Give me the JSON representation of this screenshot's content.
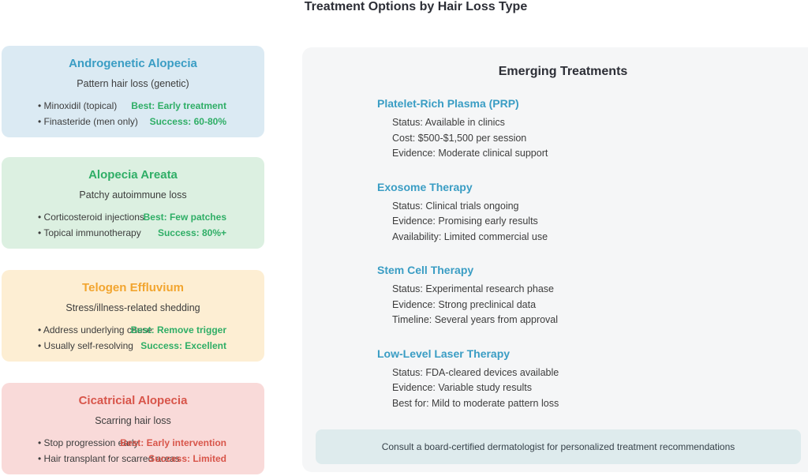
{
  "page": {
    "title": "Treatment Options by Hair Loss Type"
  },
  "colors": {
    "heading_text": "#2c2e36",
    "body_text": "#3d3d3d",
    "panel_bg": "#f5f6f7",
    "section_title_blue": "#3a9dc4",
    "footer_bg": "#deebed",
    "green_accent": "#2fae66",
    "red_accent": "#d8554a",
    "orange_accent": "#f2a52f"
  },
  "hair_loss_cards": [
    {
      "title": "Androgenetic Alopecia",
      "subtitle": "Pattern hair loss (genetic)",
      "bg_color": "#dbeaf3",
      "accent_color": "#3a9dc4",
      "value_color": "#2fae66",
      "rows": [
        {
          "label": "Minoxidil (topical)",
          "value": "Best: Early treatment"
        },
        {
          "label": "Finasteride (men only)",
          "value": "Success: 60-80%"
        }
      ]
    },
    {
      "title": "Alopecia Areata",
      "subtitle": "Patchy autoimmune loss",
      "bg_color": "#dcf0e1",
      "accent_color": "#2fae66",
      "value_color": "#2fae66",
      "rows": [
        {
          "label": "Corticosteroid injections",
          "value": "Best: Few patches"
        },
        {
          "label": "Topical immunotherapy",
          "value": "Success: 80%+"
        }
      ]
    },
    {
      "title": "Telogen Effluvium",
      "subtitle": "Stress/illness-related shedding",
      "bg_color": "#fdeed3",
      "accent_color": "#f2a52f",
      "value_color": "#2fae66",
      "rows": [
        {
          "label": "Address underlying cause",
          "value": "Best: Remove trigger"
        },
        {
          "label": "Usually self-resolving",
          "value": "Success: Excellent"
        }
      ]
    },
    {
      "title": "Cicatricial Alopecia",
      "subtitle": "Scarring hair loss",
      "bg_color": "#f9dad9",
      "accent_color": "#d8554a",
      "value_color": "#d8554a",
      "rows": [
        {
          "label": "Stop progression early",
          "value": "Best: Early intervention"
        },
        {
          "label": "Hair transplant for scarred areas",
          "value": "Success: Limited"
        }
      ]
    }
  ],
  "emerging": {
    "heading": "Emerging Treatments",
    "sections": [
      {
        "title": "Platelet-Rich Plasma (PRP)",
        "lines": [
          "Status: Available in clinics",
          "Cost: $500-$1,500 per session",
          "Evidence: Moderate clinical support"
        ]
      },
      {
        "title": "Exosome Therapy",
        "lines": [
          "Status: Clinical trials ongoing",
          "Evidence: Promising early results",
          "Availability: Limited commercial use"
        ]
      },
      {
        "title": "Stem Cell Therapy",
        "lines": [
          "Status: Experimental research phase",
          "Evidence: Strong preclinical data",
          "Timeline: Several years from approval"
        ]
      },
      {
        "title": "Low-Level Laser Therapy",
        "lines": [
          "Status: FDA-cleared devices available",
          "Evidence: Variable study results",
          "Best for: Mild to moderate pattern loss"
        ]
      }
    ],
    "footer": "Consult a board-certified dermatologist for personalized treatment recommendations"
  }
}
